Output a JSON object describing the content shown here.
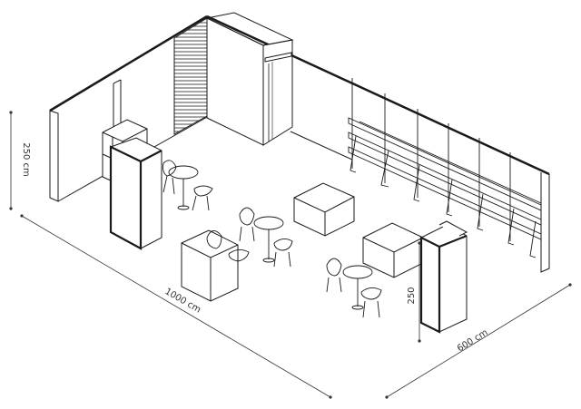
{
  "dimensions": {
    "length": "1000 cm",
    "width": "600 cm",
    "wall_height": "250 cm",
    "column_height": "250"
  },
  "colors": {
    "line": "#1a1a1a",
    "dim_line": "#333333",
    "background": "#ffffff"
  }
}
